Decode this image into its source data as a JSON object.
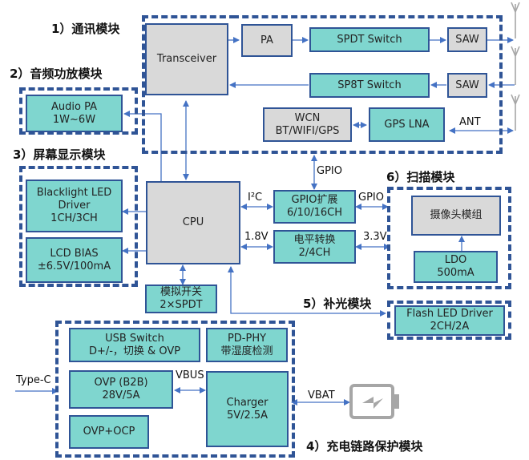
{
  "modules": {
    "comm": {
      "title": "1）通讯模块"
    },
    "audio": {
      "title": "2）音频功放模块"
    },
    "display": {
      "title": "3）屏幕显示模块"
    },
    "charging": {
      "title": "4）充电链路保护模块"
    },
    "flash": {
      "title": "5）补光模块"
    },
    "scan": {
      "title": "6）扫描模块"
    }
  },
  "blocks": {
    "transceiver": "Transceiver",
    "pa": "PA",
    "spdt_switch": "SPDT Switch",
    "saw_tx": "SAW",
    "sp8t_switch": "SP8T Switch",
    "saw_rx": "SAW",
    "wcn": "WCN\nBT/WIFI/GPS",
    "gps_lna": "GPS LNA",
    "audio_pa": "Audio PA\n1W~6W",
    "backlight": "Blacklight LED\nDriver\n1CH/3CH",
    "lcd_bias": "LCD BIAS\n±6.5V/100mA",
    "cpu": "CPU",
    "gpio_exp": "GPIO扩展\n6/10/16CH",
    "level_shift": "电平转换\n2/4CH",
    "analog_switch": "模拟开关\n2×SPDT",
    "camera": "摄像头模组",
    "ldo": "LDO\n500mA",
    "flash_driver": "Flash LED Driver\n2CH/2A",
    "usb_switch": "USB Switch\nD+/-，切换 & OVP",
    "pd_phy": "PD-PHY\n带湿度检测",
    "ovp_b2b": "OVP (B2B)\n28V/5A",
    "charger": "Charger\n5V/2.5A",
    "ovp_ocp": "OVP+OCP"
  },
  "labels": {
    "ant": "ANT",
    "gpio_top": "GPIO",
    "i2c": "I²C",
    "v18": "1.8V",
    "gpio_right": "GPIO",
    "v33": "3.3V",
    "type_c": "Type-C",
    "vbus": "VBUS",
    "vbat": "VBAT"
  },
  "colors": {
    "block_teal": "#7fd6cf",
    "block_gray": "#d9d9d9",
    "border": "#2f5496",
    "wire": "#4472c4",
    "antenna": "#a6a6a6"
  }
}
